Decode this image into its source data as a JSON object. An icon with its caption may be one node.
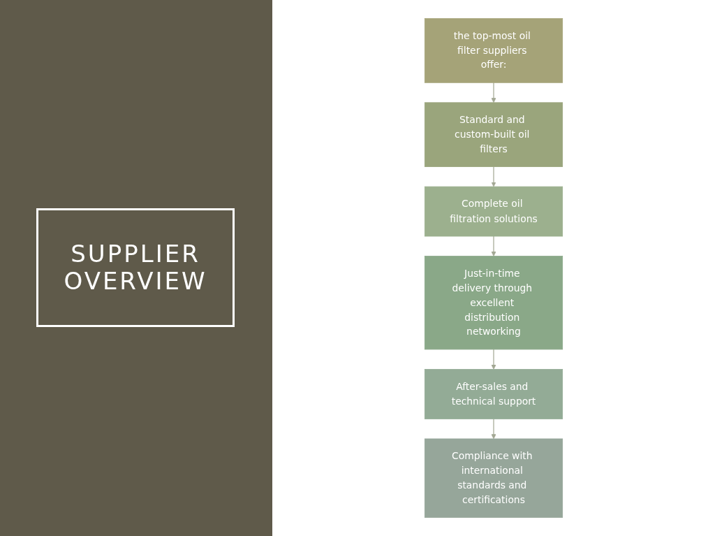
{
  "diagram": {
    "title": "SUPPLIER OVERVIEW",
    "nodes": [
      {
        "text": [
          "the top-most oil filter suppliers offer:"
        ]
      },
      {
        "text": [
          "Standard and custom-built oil filters"
        ]
      },
      {
        "text": [
          "Complete oil filtration solutions"
        ]
      },
      {
        "text": [
          "Just-in-time delivery through excellent distribution networking"
        ]
      },
      {
        "text": [
          "After-sales and technical support"
        ]
      },
      {
        "text": [
          "Compliance with international standards and certifications"
        ]
      }
    ],
    "edges": [
      {
        "from": 0,
        "to": 1,
        "arrow": "to"
      },
      {
        "from": 1,
        "to": 2,
        "arrow": "to"
      },
      {
        "from": 2,
        "to": 3,
        "arrow": "to"
      },
      {
        "from": 3,
        "to": 4,
        "arrow": "to"
      },
      {
        "from": 4,
        "to": 5,
        "arrow": "to"
      }
    ]
  }
}
